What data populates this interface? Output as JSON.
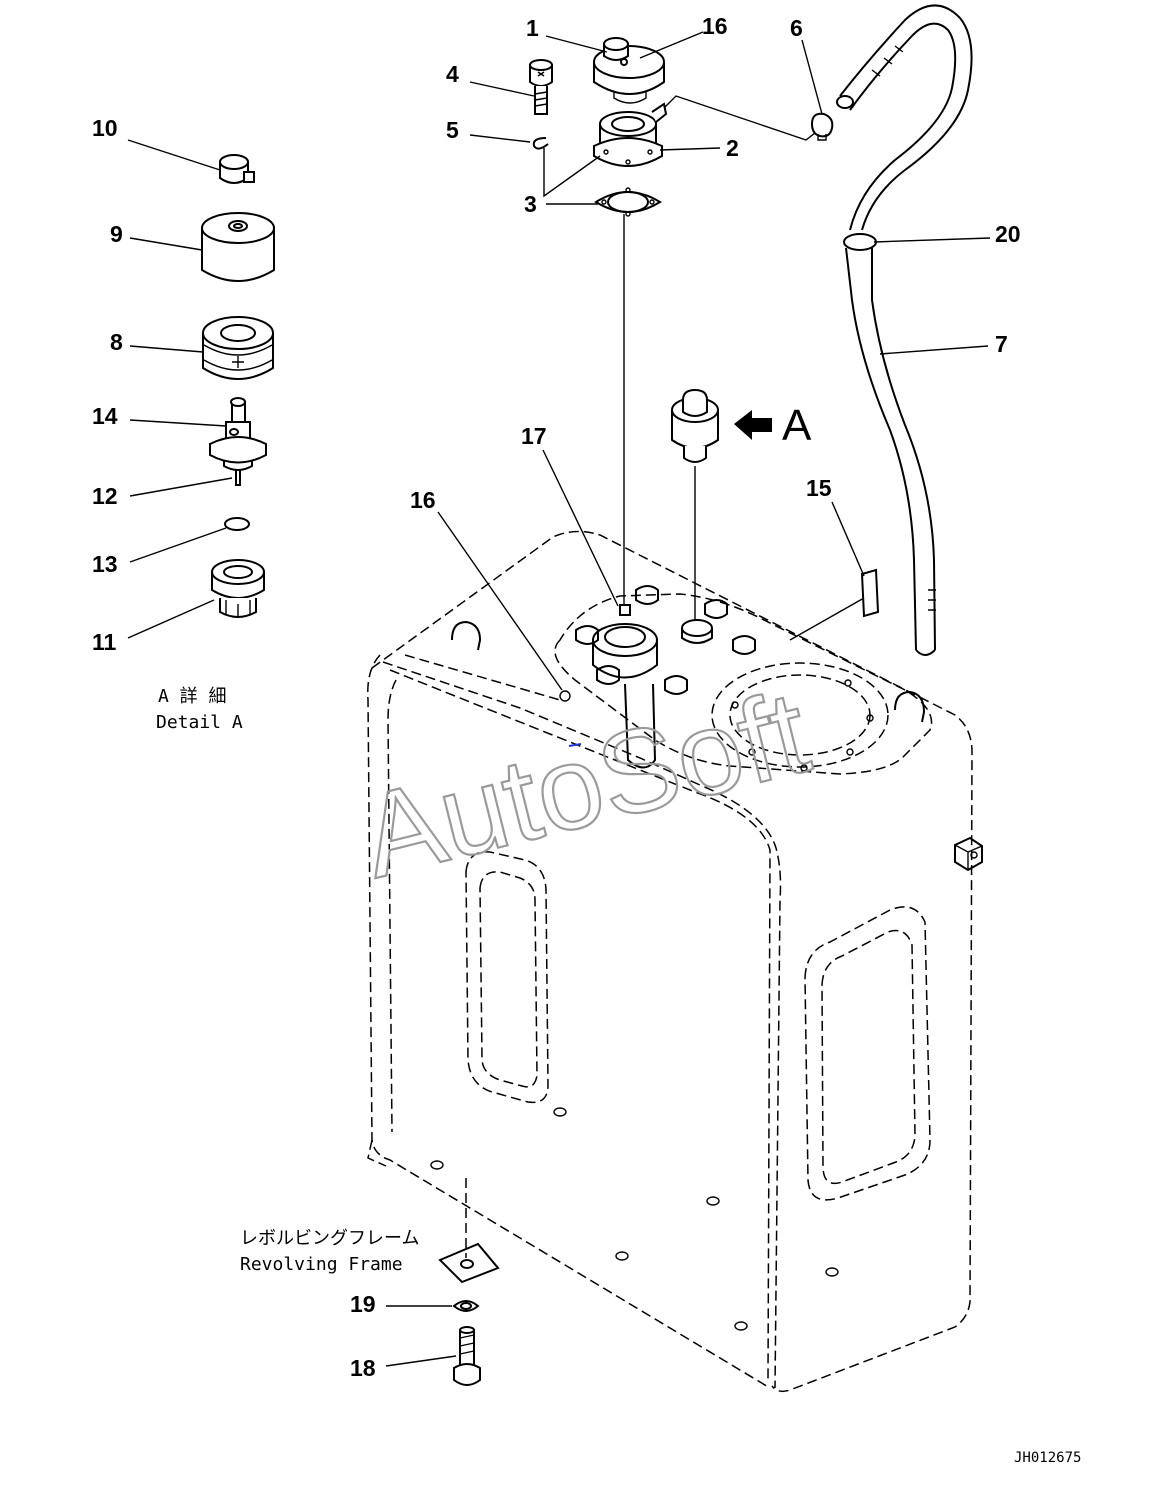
{
  "watermark": "AutoSoft",
  "drawing_code": "JH012675",
  "detail_caption": {
    "line1": "A 詳 細",
    "line2": "Detail A"
  },
  "frame_caption": {
    "line1": "レボルビングフレーム",
    "line2": "Revolving Frame"
  },
  "view_marker": "A",
  "callouts": [
    {
      "id": "c1",
      "label": "1"
    },
    {
      "id": "c16a",
      "label": "16"
    },
    {
      "id": "c6",
      "label": "6"
    },
    {
      "id": "c4",
      "label": "4"
    },
    {
      "id": "c5",
      "label": "5"
    },
    {
      "id": "c2",
      "label": "2"
    },
    {
      "id": "c3",
      "label": "3"
    },
    {
      "id": "c20",
      "label": "20"
    },
    {
      "id": "c7",
      "label": "7"
    },
    {
      "id": "c10",
      "label": "10"
    },
    {
      "id": "c9",
      "label": "9"
    },
    {
      "id": "c8",
      "label": "8"
    },
    {
      "id": "c14",
      "label": "14"
    },
    {
      "id": "c12",
      "label": "12"
    },
    {
      "id": "c13",
      "label": "13"
    },
    {
      "id": "c11",
      "label": "11"
    },
    {
      "id": "c17",
      "label": "17"
    },
    {
      "id": "c16b",
      "label": "16"
    },
    {
      "id": "c15",
      "label": "15"
    },
    {
      "id": "c19",
      "label": "19"
    },
    {
      "id": "c18",
      "label": "18"
    }
  ]
}
